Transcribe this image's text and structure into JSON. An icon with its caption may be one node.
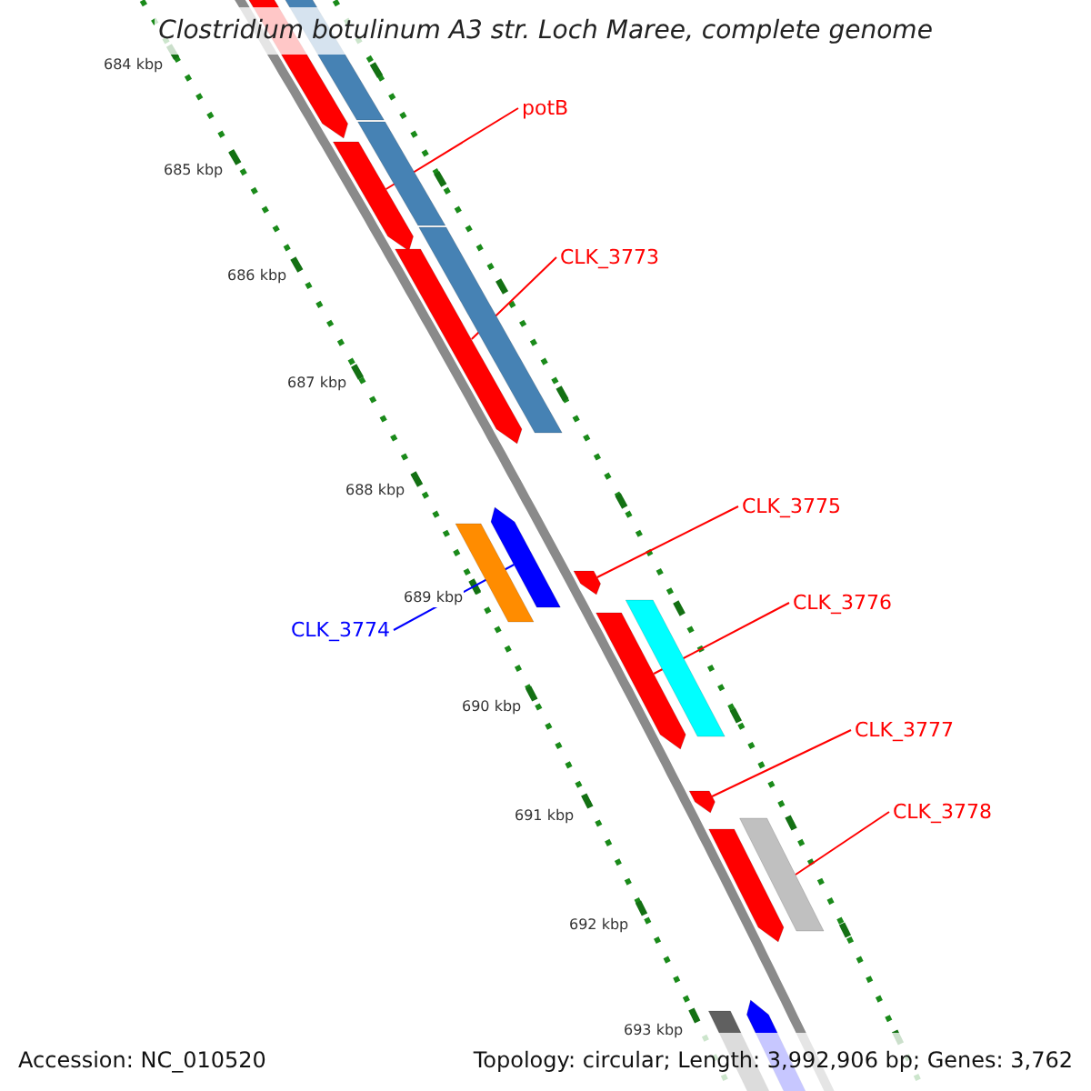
{
  "diagram": {
    "title": "Clostridium botulinum A3 str. Loch Maree, complete genome",
    "nodes": [
      {
        "text": [
          "potB"
        ]
      },
      {
        "text": [],
        "shape": "bar"
      },
      {
        "text": [
          "CLK_3773"
        ]
      },
      {
        "text": [],
        "shape": "bar"
      },
      {
        "text": [
          "CLK_3775"
        ]
      },
      {
        "text": [],
        "shape": "bar"
      },
      {
        "text": [
          "CLK_3774"
        ]
      },
      {
        "text": [],
        "shape": "bar"
      },
      {
        "text": [
          "CLK_3776"
        ]
      },
      {
        "text": [],
        "shape": "bar"
      },
      {
        "text": [
          "CLK_3777"
        ]
      },
      {
        "text": [],
        "shape": "bar"
      },
      {
        "text": [
          "CLK_3778"
        ]
      },
      {
        "text": [],
        "shape": "bar"
      }
    ],
    "edges": [
      {
        "from": 0,
        "to": 1,
        "arrow": "none"
      },
      {
        "from": 2,
        "to": 3,
        "arrow": "none"
      },
      {
        "from": 4,
        "to": 5,
        "arrow": "none"
      },
      {
        "from": 6,
        "to": 7,
        "arrow": "none",
        "color": "#0000ff"
      },
      {
        "from": 8,
        "to": 9,
        "arrow": "none"
      },
      {
        "from": 10,
        "to": 11,
        "arrow": "none"
      },
      {
        "from": 12,
        "to": 13,
        "arrow": "none"
      }
    ],
    "labels": [
      "684 kbp",
      "685 kbp",
      "686 kbp",
      "687 kbp",
      "688 kbp",
      "689 kbp",
      "690 kbp",
      "691 kbp",
      "692 kbp",
      "693 kbp",
      "Accession: NC_010520",
      "Topology: circular; Length: 3,992,906 bp; Genes: 3,762"
    ]
  }
}
